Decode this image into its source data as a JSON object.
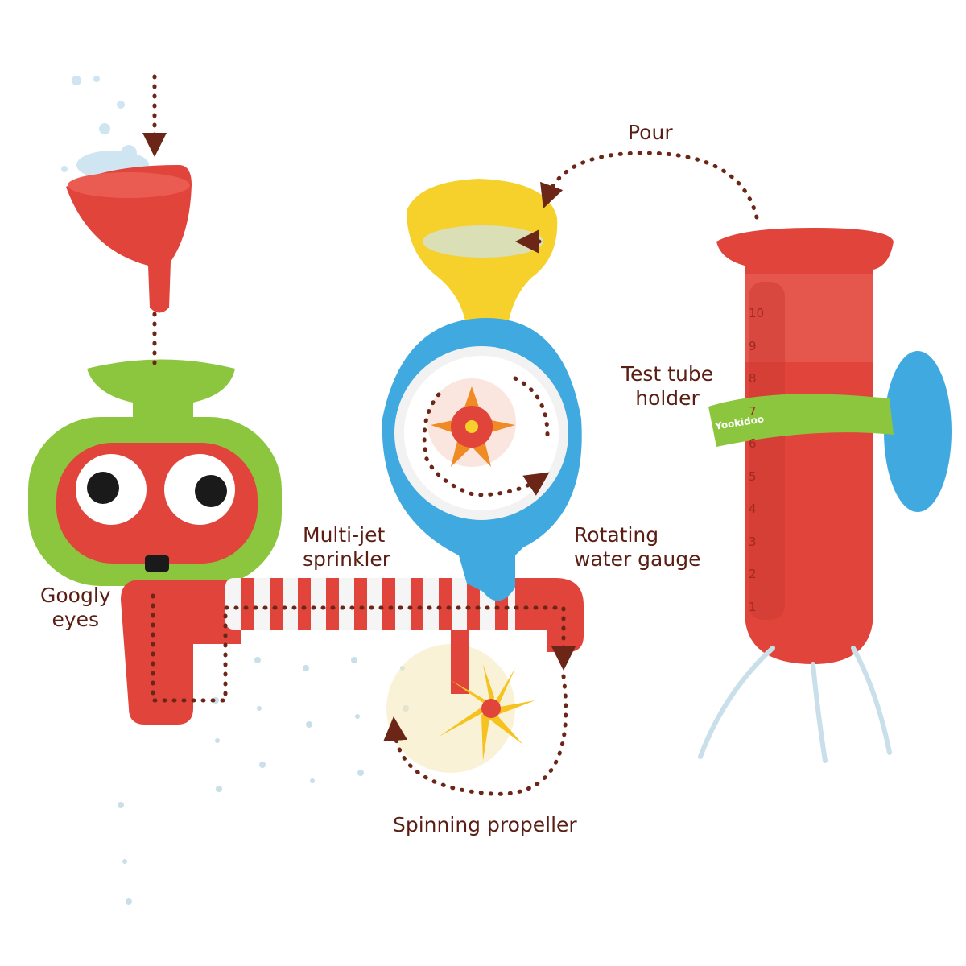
{
  "labels": {
    "pour": "Pour",
    "test_tube_1": "Test tube",
    "test_tube_2": "holder",
    "multijet_1": "Multi-jet",
    "multijet_2": "sprinkler",
    "rotating_1": "Rotating",
    "rotating_2": "water gauge",
    "googly_1": "Googly",
    "googly_2": "eyes",
    "spinning": "Spinning propeller"
  },
  "brand": "Yookidoo",
  "tube_scale": [
    "10",
    "9",
    "8",
    "7",
    "6",
    "5",
    "4",
    "3",
    "2",
    "1"
  ],
  "colors": {
    "label_text": "#5a1e14",
    "dotted_path": "#6b2618",
    "toy_red": "#e0443a",
    "toy_green": "#8cc63f",
    "toy_blue": "#3fa9e0",
    "toy_yellow": "#f6d12b",
    "toy_orange": "#f08a24"
  }
}
